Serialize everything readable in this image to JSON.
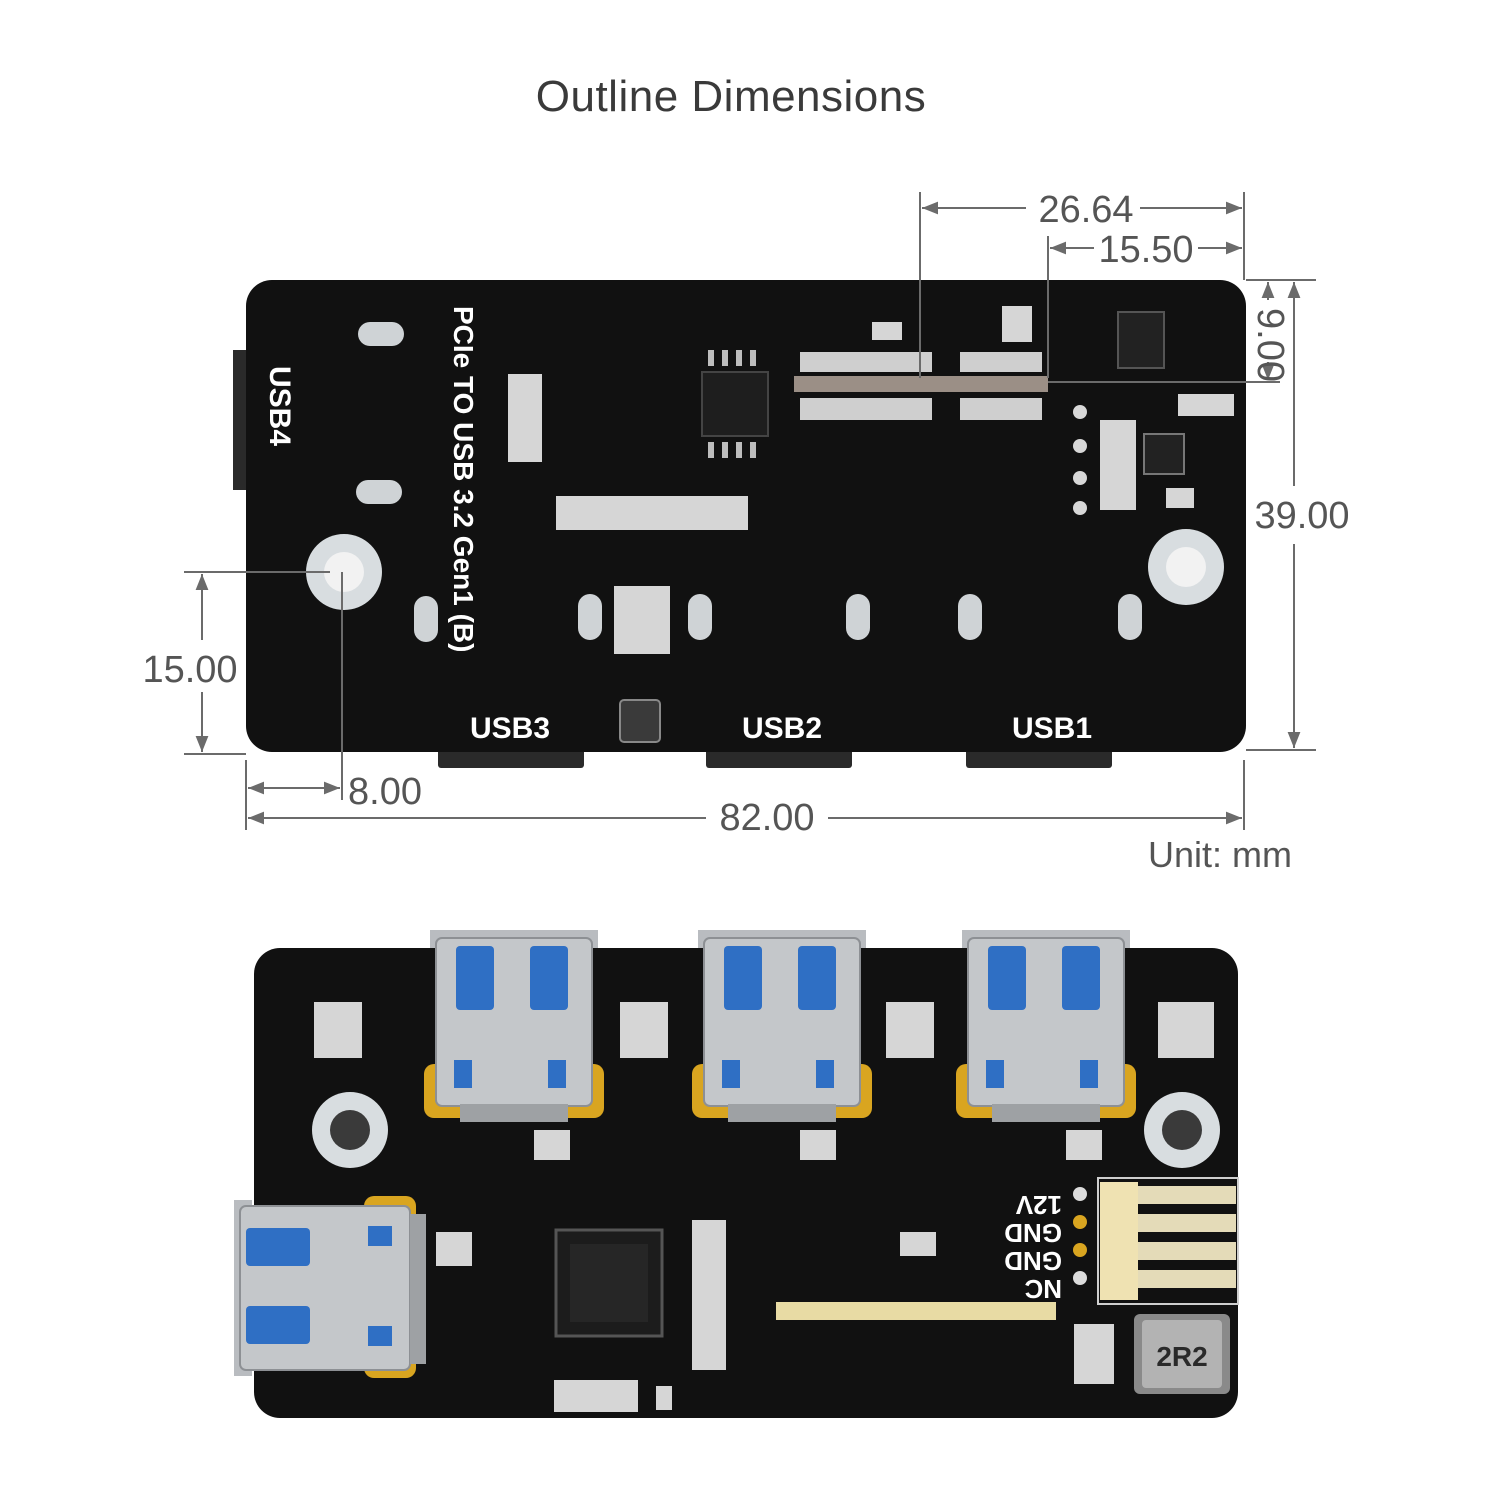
{
  "title": "Outline Dimensions",
  "unit_label": "Unit: mm",
  "dimensions": {
    "width_total": "82.00",
    "height_total": "39.00",
    "hole_x": "8.00",
    "hole_y": "15.00",
    "connector_span": "26.64",
    "connector_offset": "15.50",
    "connector_y": "9.00"
  },
  "top_board": {
    "product_name": "PCIe TO USB 3.2 Gen1 (B)",
    "port_labels": [
      "USB1",
      "USB2",
      "USB3",
      "USB4"
    ]
  },
  "bottom_board": {
    "header_pins": [
      "12V",
      "GND",
      "GND",
      "NC"
    ],
    "inductor_marking": "2R2"
  },
  "colors": {
    "pcb": "#111111",
    "silkscreen": "#ffffff",
    "connector_metal": "#b9bcc0",
    "usb_insert": "#2f6fc4",
    "gold_pad": "#d9a520",
    "dimension_lines": "#6b6b6b"
  }
}
